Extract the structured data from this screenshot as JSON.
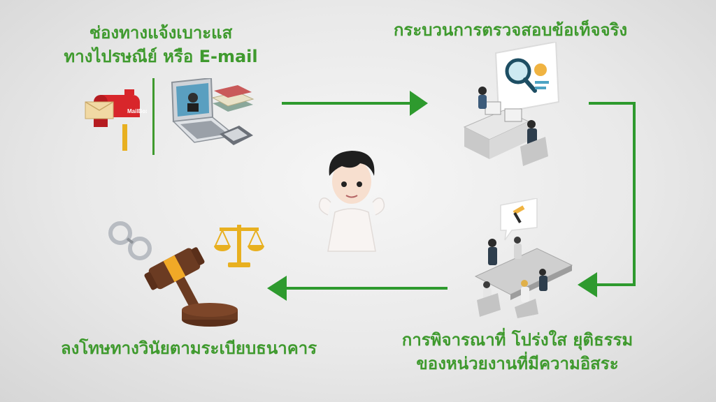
{
  "steps": {
    "channels": {
      "line1": "ช่องทางแจ้งเบาะแส",
      "line2": "ทางไปรษณีย์  หรือ  E-mail"
    },
    "process": {
      "line1": "กระบวนการตรวจสอบข้อเท็จจริง"
    },
    "consider": {
      "line1": "การพิจารณาที่ โปร่งใส  ยุติธรรม",
      "line2": "ของหน่วยงานที่มีความอิสระ"
    },
    "penalty": {
      "line1": "ลงโทษทางวินัยตามระเบียบธนาคาร"
    }
  },
  "mailbox_label": "MailBox",
  "colors": {
    "accent_green": "#3f9a2e",
    "arrow_green": "#2e9a2e",
    "mailbox_red": "#d8262b",
    "gavel_brown": "#6b3b22",
    "gold": "#e8b020"
  }
}
